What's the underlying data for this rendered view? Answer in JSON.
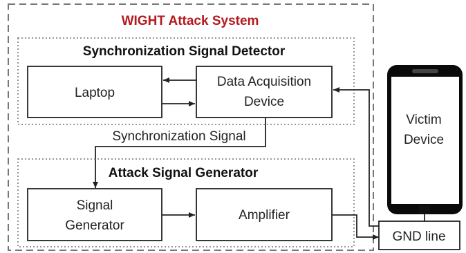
{
  "diagram": {
    "system_title": "WIGHT Attack System",
    "detector": {
      "title": "Synchronization Signal Detector",
      "laptop": "Laptop",
      "daq_line1": "Data Acquisition",
      "daq_line2": "Device"
    },
    "sync_signal_label": "Synchronization Signal",
    "generator": {
      "title": "Attack Signal Generator",
      "signal_gen_line1": "Signal",
      "signal_gen_line2": "Generator",
      "amplifier": "Amplifier"
    },
    "victim": {
      "line1": "Victim",
      "line2": "Device"
    },
    "gnd_line": "GND line"
  },
  "colors": {
    "title_accent": "#b5191e",
    "phone_body": "#0a0a0a",
    "stroke": "#222222"
  }
}
